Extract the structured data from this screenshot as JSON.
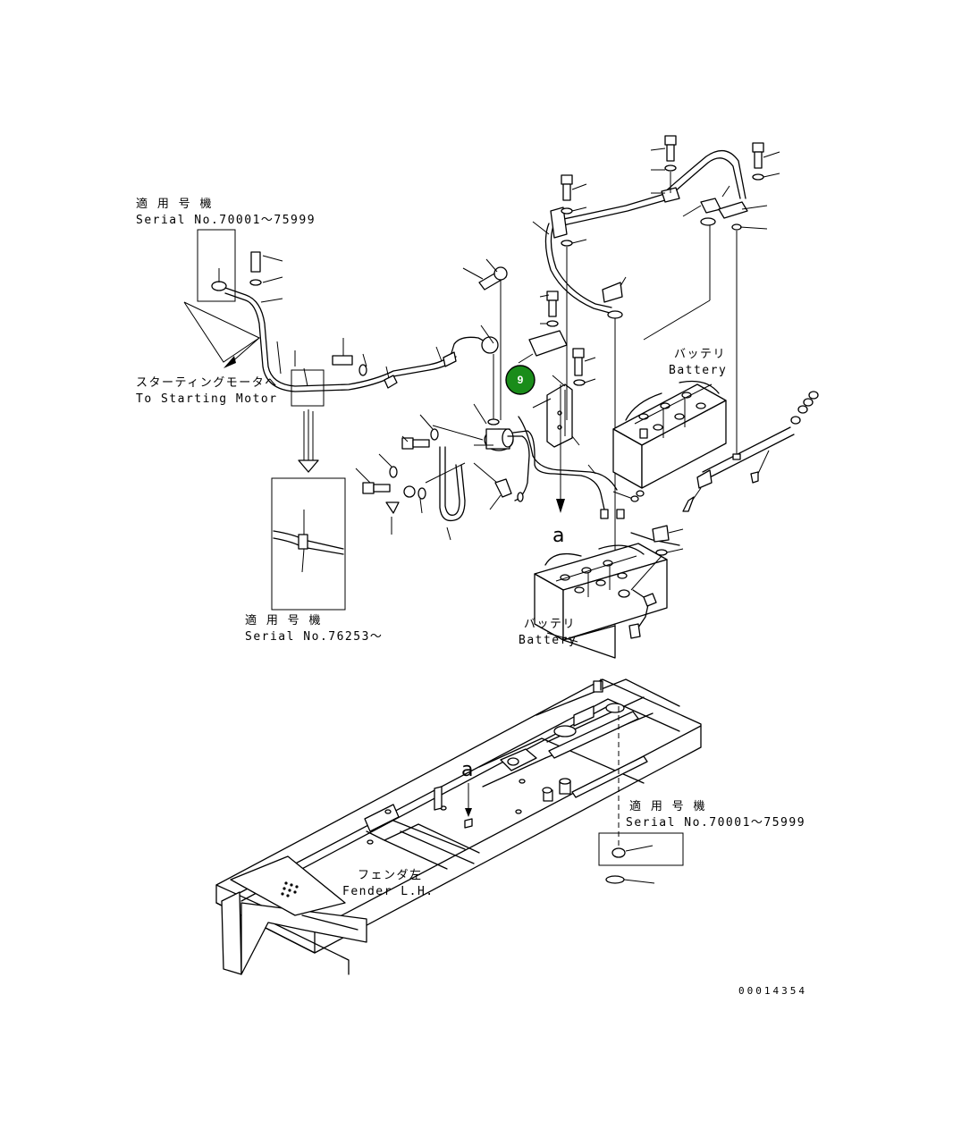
{
  "labels": {
    "serial_top_left_jp": "適 用 号 機",
    "serial_top_left": "Serial No.70001～75999",
    "starting_motor_jp": "スターティングモータへ",
    "starting_motor_en": "To Starting Motor",
    "serial_mid_jp": "適 用 号 機",
    "serial_mid": "Serial No.76253～",
    "battery_upper_jp": "バッテリ",
    "battery_upper_en": "Battery",
    "battery_lower_jp": "バッテリ",
    "battery_lower_en": "Battery",
    "view_a_upper": "a",
    "view_a_lower": "a",
    "serial_bottom_jp": "適 用 号 機",
    "serial_bottom": "Serial No.70001～75999",
    "fender_jp": "フェンダ左",
    "fender_en": "Fender L.H.",
    "drawing_number": "00014354"
  },
  "callout": {
    "number": "9",
    "color": "#1a8c1a"
  }
}
